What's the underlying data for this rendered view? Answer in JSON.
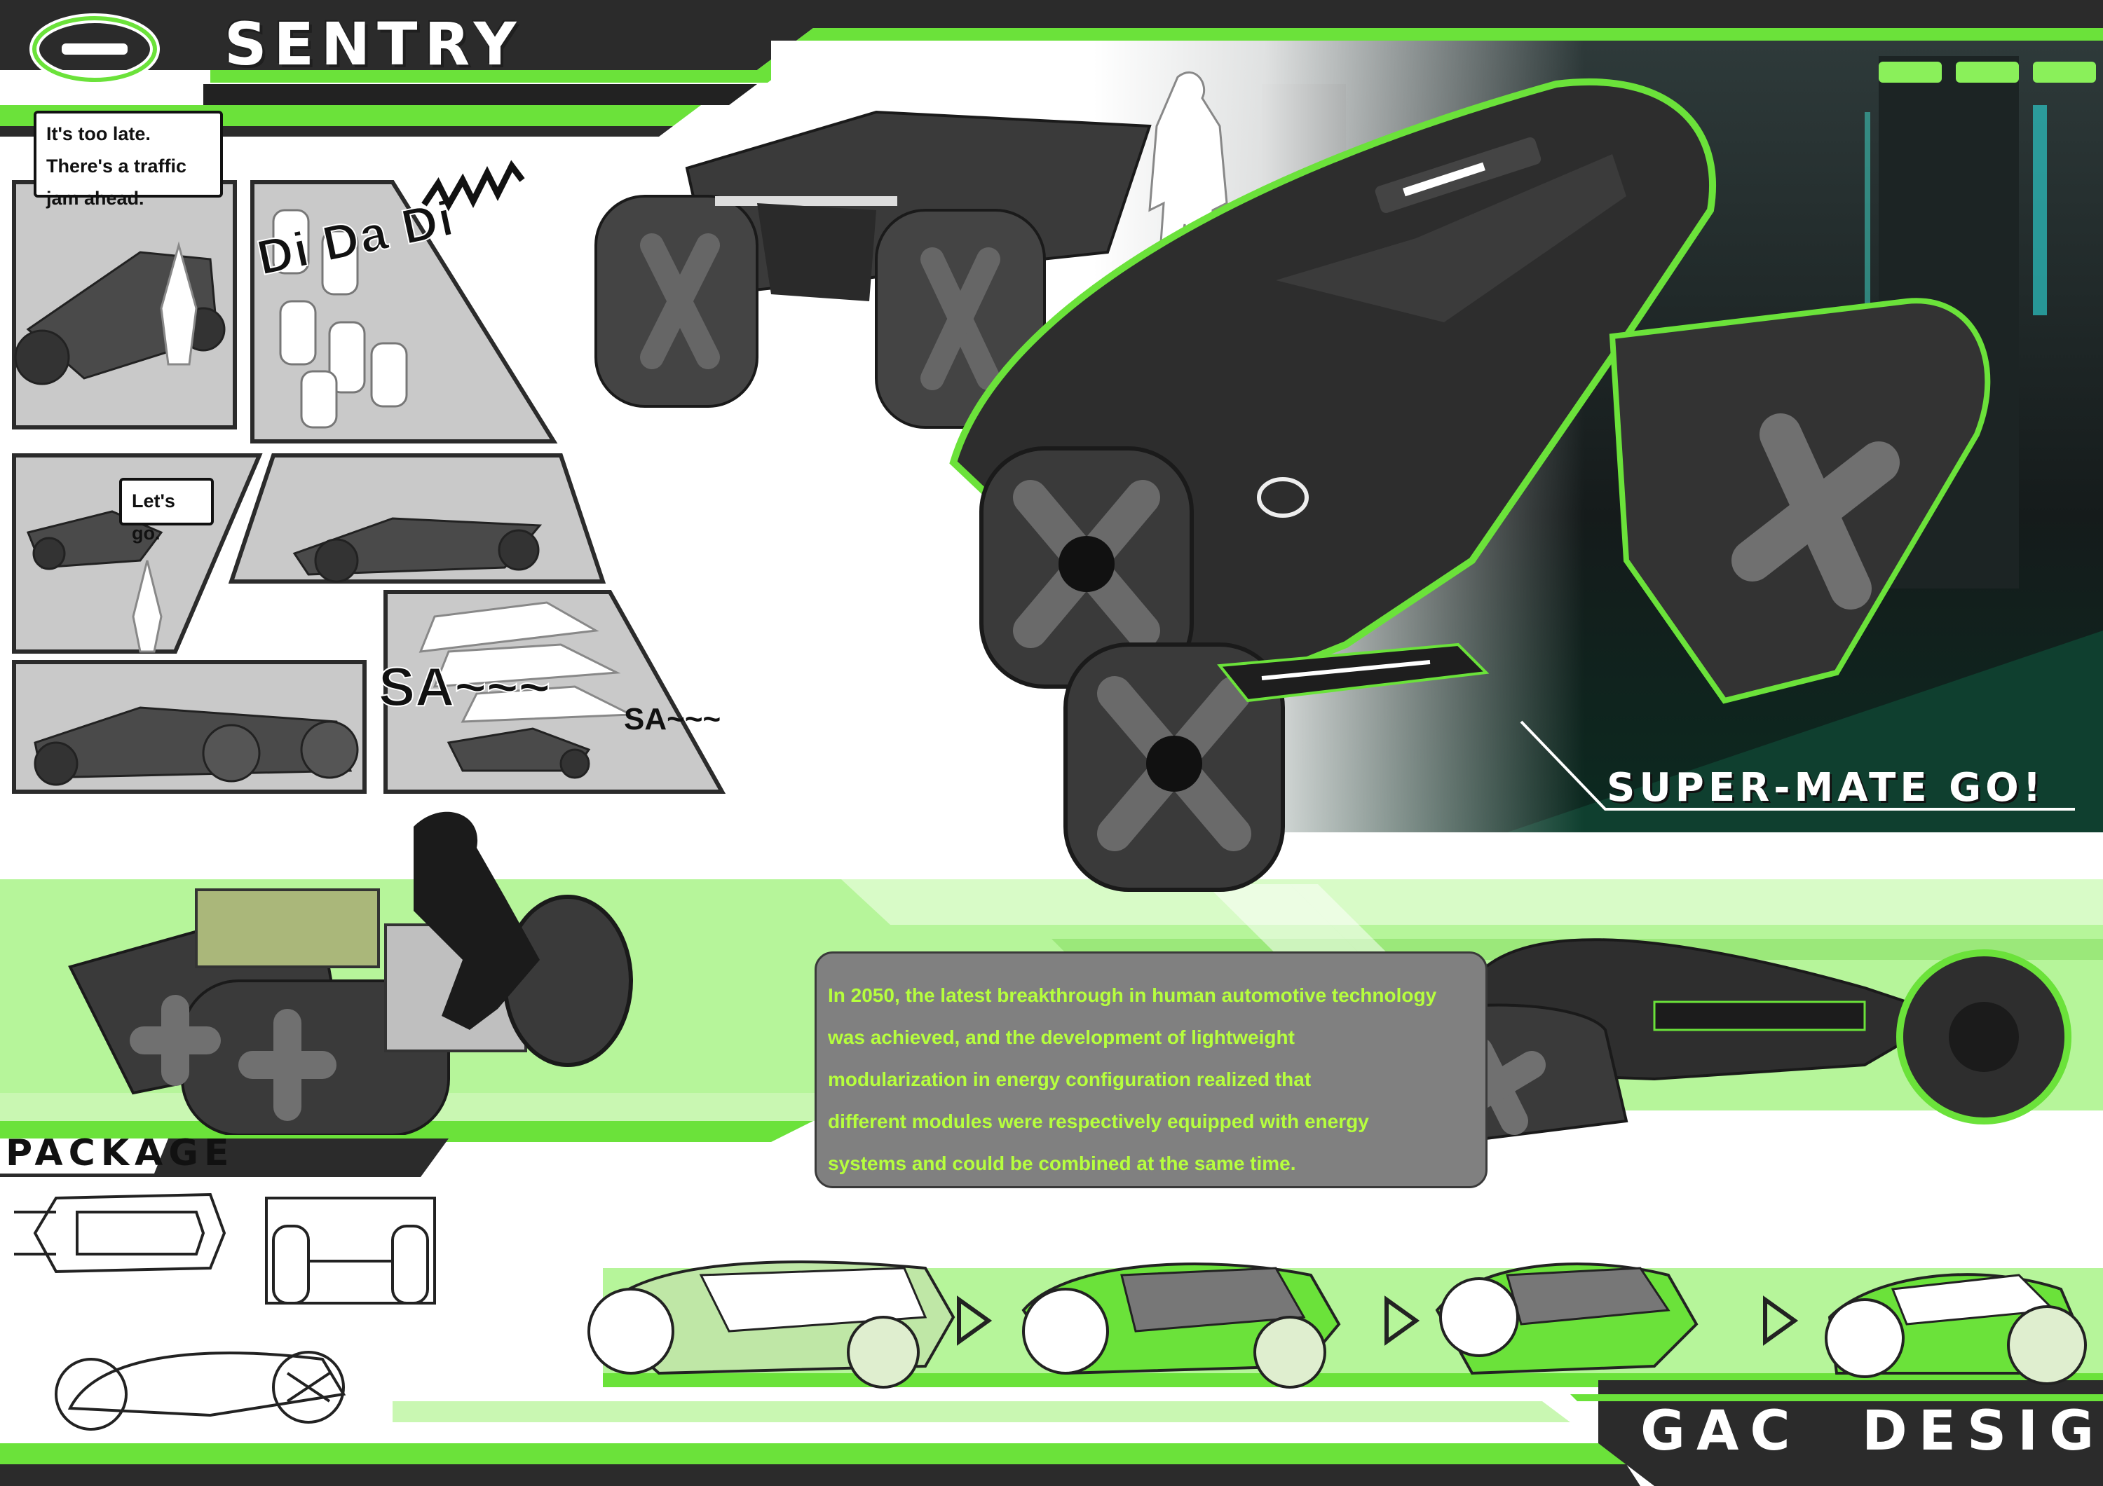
{
  "header": {
    "title": "SENTRY",
    "logo": "gac-logo"
  },
  "comic": {
    "bubble_1": "It's too late. There's a traffic jam ahead.",
    "sound_1": "Di Da Di",
    "bubble_2": "Let's go.",
    "sound_2": "SA~~~",
    "sound_3": "SA~~~"
  },
  "slogan": "SUPER-MATE GO!",
  "package_label": "PACKAGE",
  "description": "In 2050, the latest breakthrough in human automotive technology\n was achieved, and the development of lightweight\nmodularization in energy configuration realized that\ndifferent modules were respectively equipped with energy\nsystems and could be combined at the same time.",
  "footer": {
    "brand": "GAC  DESIGN"
  },
  "colors": {
    "accent": "#6be23a",
    "light_accent": "#b6f59a",
    "dark": "#2a2a2a",
    "panel": "#c9c9c9",
    "desc_box": "#808080"
  }
}
